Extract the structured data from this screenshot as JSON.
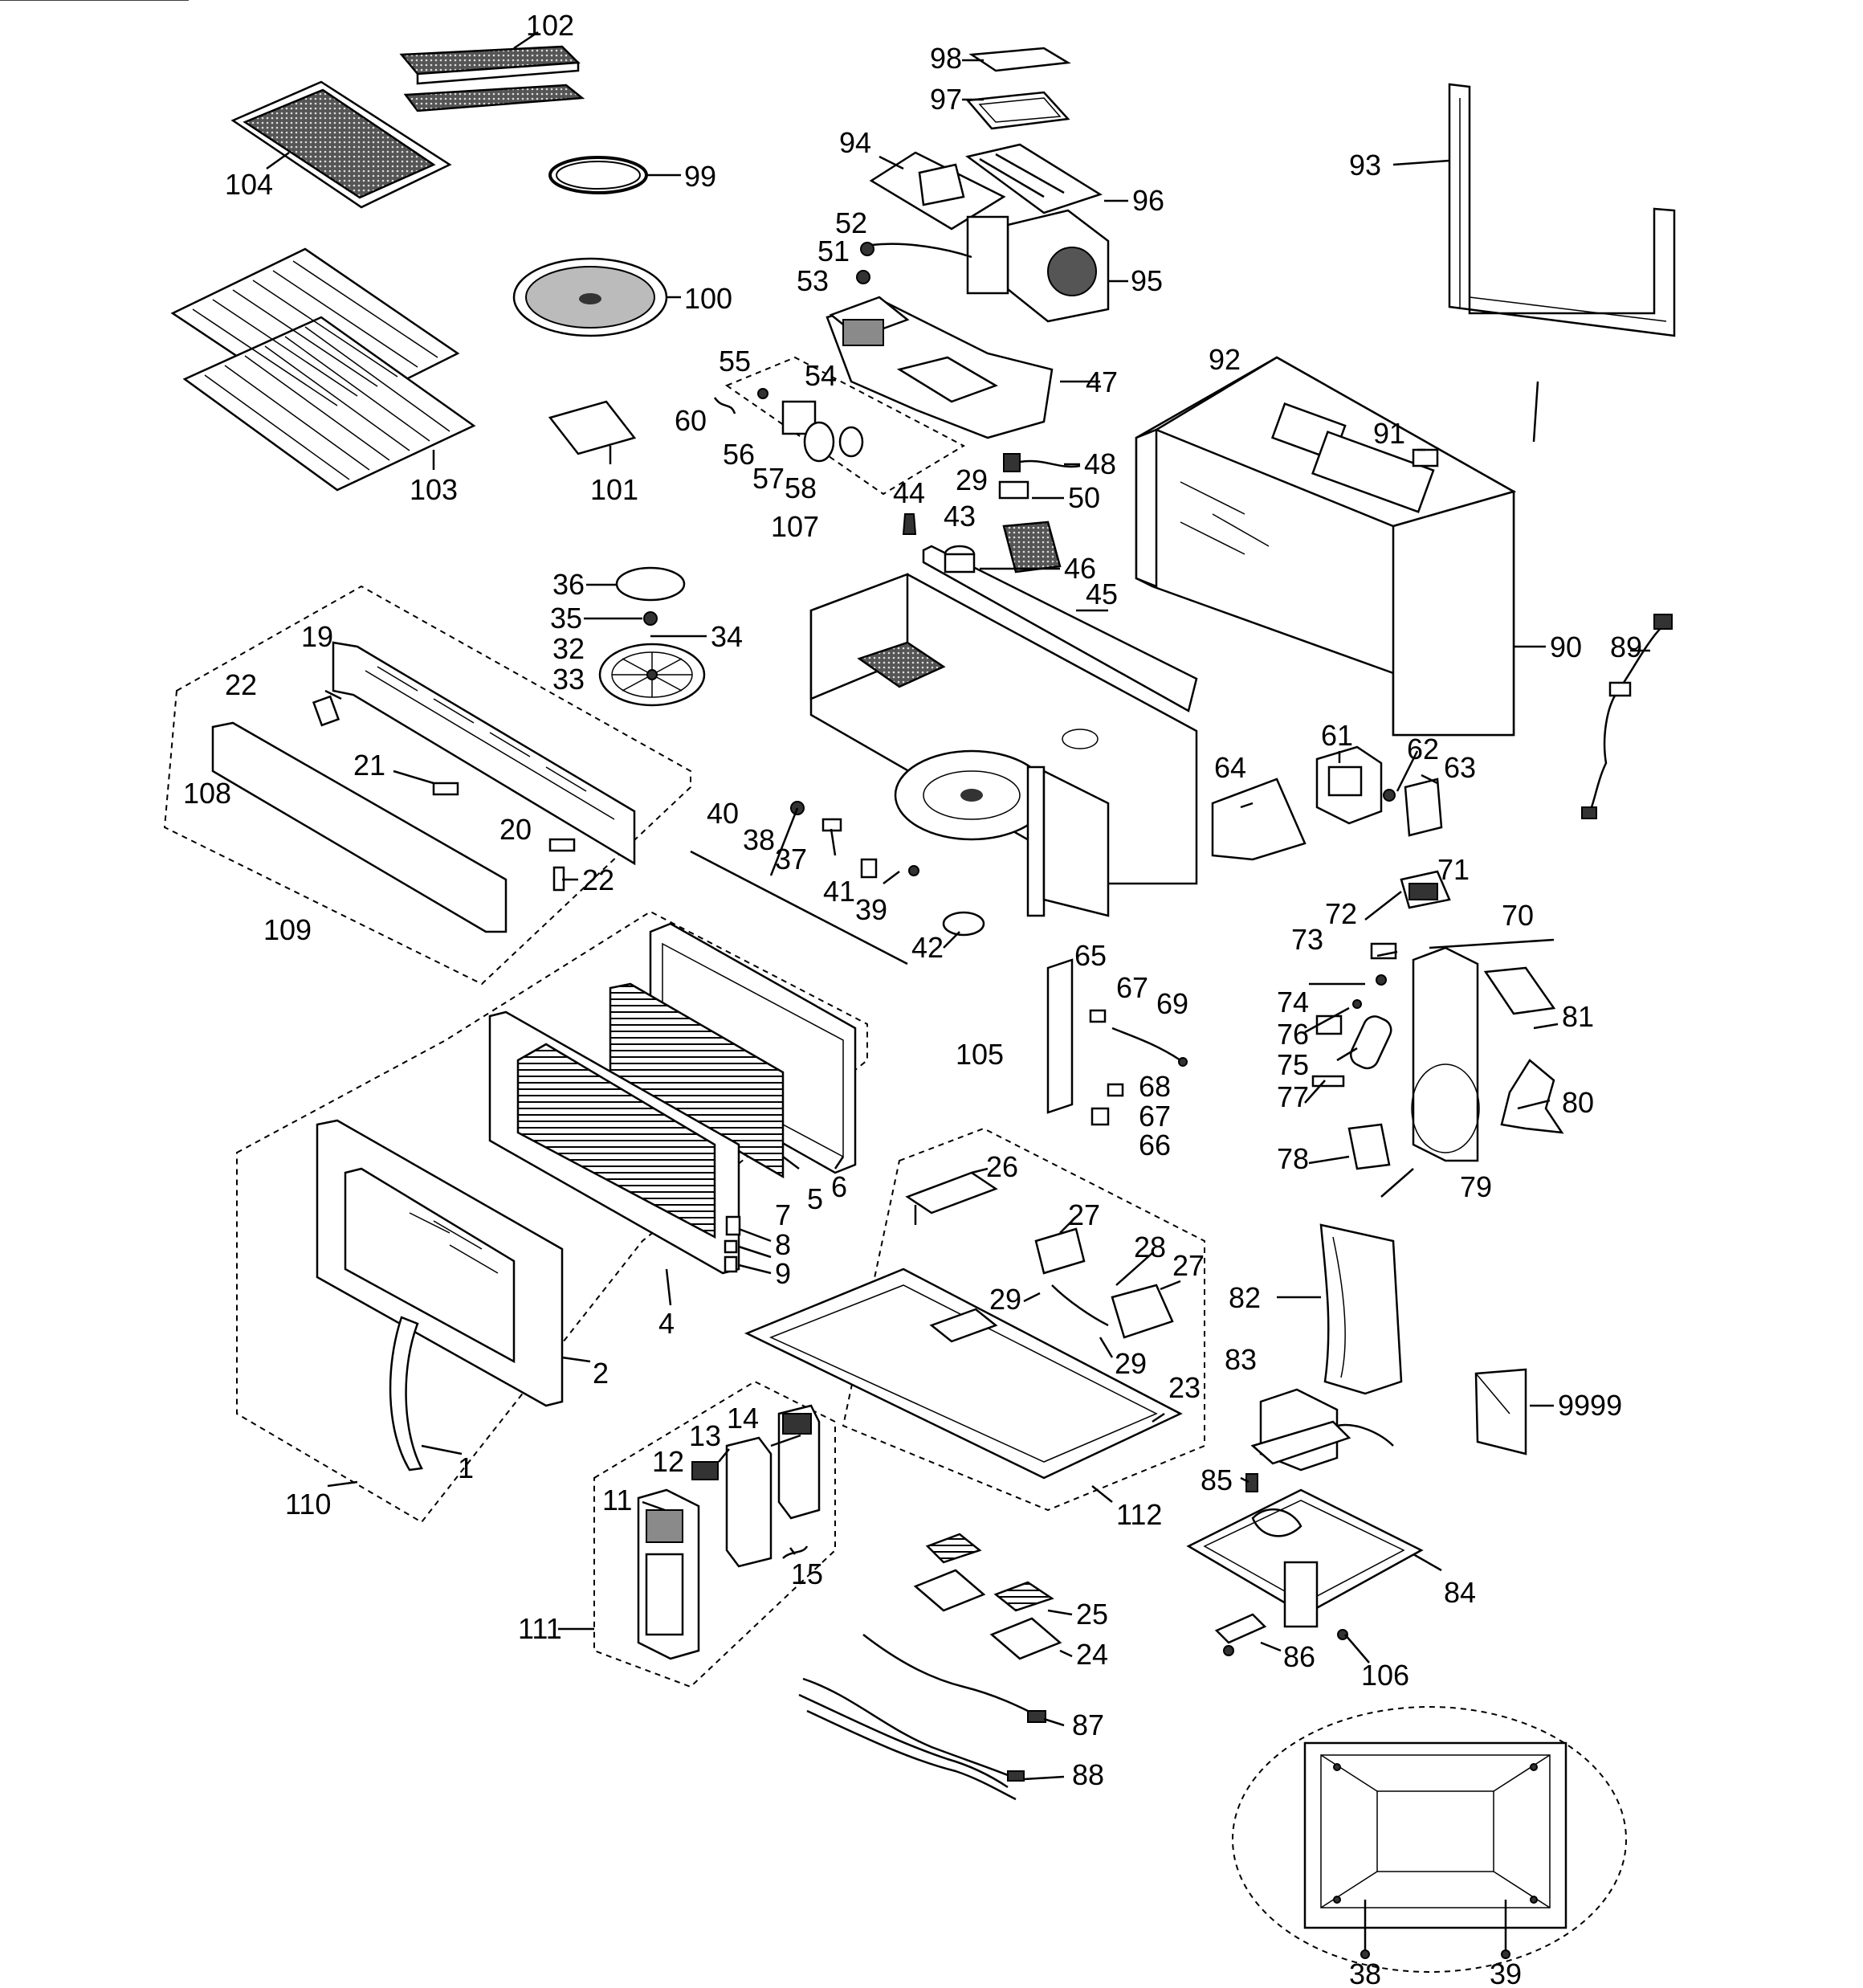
{
  "diagram": {
    "labels": [
      {
        "id": "102",
        "text": "102"
      },
      {
        "id": "104",
        "text": "104"
      },
      {
        "id": "99",
        "text": "99"
      },
      {
        "id": "100",
        "text": "100"
      },
      {
        "id": "103",
        "text": "103"
      },
      {
        "id": "101",
        "text": "101"
      },
      {
        "id": "98",
        "text": "98"
      },
      {
        "id": "97",
        "text": "97"
      },
      {
        "id": "94",
        "text": "94"
      },
      {
        "id": "96",
        "text": "96"
      },
      {
        "id": "52",
        "text": "52"
      },
      {
        "id": "51",
        "text": "51"
      },
      {
        "id": "53",
        "text": "53"
      },
      {
        "id": "95",
        "text": "95"
      },
      {
        "id": "55",
        "text": "55"
      },
      {
        "id": "54",
        "text": "54"
      },
      {
        "id": "47",
        "text": "47"
      },
      {
        "id": "60",
        "text": "60"
      },
      {
        "id": "56",
        "text": "56"
      },
      {
        "id": "57",
        "text": "57"
      },
      {
        "id": "58",
        "text": "58"
      },
      {
        "id": "48",
        "text": "48"
      },
      {
        "id": "29a",
        "text": "29"
      },
      {
        "id": "50",
        "text": "50"
      },
      {
        "id": "107",
        "text": "107"
      },
      {
        "id": "44",
        "text": "44"
      },
      {
        "id": "43",
        "text": "43"
      },
      {
        "id": "46",
        "text": "46"
      },
      {
        "id": "45",
        "text": "45"
      },
      {
        "id": "93",
        "text": "93"
      },
      {
        "id": "92",
        "text": "92"
      },
      {
        "id": "91",
        "text": "91"
      },
      {
        "id": "90",
        "text": "90"
      },
      {
        "id": "89",
        "text": "89"
      },
      {
        "id": "36",
        "text": "36"
      },
      {
        "id": "35",
        "text": "35"
      },
      {
        "id": "34",
        "text": "34"
      },
      {
        "id": "32",
        "text": "32"
      },
      {
        "id": "33",
        "text": "33"
      },
      {
        "id": "19",
        "text": "19"
      },
      {
        "id": "22a",
        "text": "22"
      },
      {
        "id": "21",
        "text": "21"
      },
      {
        "id": "108",
        "text": "108"
      },
      {
        "id": "20",
        "text": "20"
      },
      {
        "id": "22b",
        "text": "22"
      },
      {
        "id": "109",
        "text": "109"
      },
      {
        "id": "40",
        "text": "40"
      },
      {
        "id": "38a",
        "text": "38"
      },
      {
        "id": "37",
        "text": "37"
      },
      {
        "id": "41",
        "text": "41"
      },
      {
        "id": "39a",
        "text": "39"
      },
      {
        "id": "42",
        "text": "42"
      },
      {
        "id": "61",
        "text": "61"
      },
      {
        "id": "62",
        "text": "62"
      },
      {
        "id": "63",
        "text": "63"
      },
      {
        "id": "64",
        "text": "64"
      },
      {
        "id": "65",
        "text": "65"
      },
      {
        "id": "67a",
        "text": "67"
      },
      {
        "id": "69",
        "text": "69"
      },
      {
        "id": "105",
        "text": "105"
      },
      {
        "id": "68",
        "text": "68"
      },
      {
        "id": "67b",
        "text": "67"
      },
      {
        "id": "66",
        "text": "66"
      },
      {
        "id": "71",
        "text": "71"
      },
      {
        "id": "72",
        "text": "72"
      },
      {
        "id": "70",
        "text": "70"
      },
      {
        "id": "73",
        "text": "73"
      },
      {
        "id": "74",
        "text": "74"
      },
      {
        "id": "76",
        "text": "76"
      },
      {
        "id": "75",
        "text": "75"
      },
      {
        "id": "81",
        "text": "81"
      },
      {
        "id": "77",
        "text": "77"
      },
      {
        "id": "80",
        "text": "80"
      },
      {
        "id": "78",
        "text": "78"
      },
      {
        "id": "79",
        "text": "79"
      },
      {
        "id": "5",
        "text": "5"
      },
      {
        "id": "6",
        "text": "6"
      },
      {
        "id": "7",
        "text": "7"
      },
      {
        "id": "8",
        "text": "8"
      },
      {
        "id": "9",
        "text": "9"
      },
      {
        "id": "4",
        "text": "4"
      },
      {
        "id": "2",
        "text": "2"
      },
      {
        "id": "1",
        "text": "1"
      },
      {
        "id": "110",
        "text": "110"
      },
      {
        "id": "26",
        "text": "26"
      },
      {
        "id": "27a",
        "text": "27"
      },
      {
        "id": "28",
        "text": "28"
      },
      {
        "id": "27b",
        "text": "27"
      },
      {
        "id": "29b",
        "text": "29"
      },
      {
        "id": "29c",
        "text": "29"
      },
      {
        "id": "23",
        "text": "23"
      },
      {
        "id": "112",
        "text": "112"
      },
      {
        "id": "82",
        "text": "82"
      },
      {
        "id": "83",
        "text": "83"
      },
      {
        "id": "9999",
        "text": "9999"
      },
      {
        "id": "85",
        "text": "85"
      },
      {
        "id": "84",
        "text": "84"
      },
      {
        "id": "86",
        "text": "86"
      },
      {
        "id": "106",
        "text": "106"
      },
      {
        "id": "14",
        "text": "14"
      },
      {
        "id": "13",
        "text": "13"
      },
      {
        "id": "12",
        "text": "12"
      },
      {
        "id": "11",
        "text": "11"
      },
      {
        "id": "15",
        "text": "15"
      },
      {
        "id": "111",
        "text": "111"
      },
      {
        "id": "25",
        "text": "25"
      },
      {
        "id": "24",
        "text": "24"
      },
      {
        "id": "87",
        "text": "87"
      },
      {
        "id": "88",
        "text": "88"
      },
      {
        "id": "38b",
        "text": "38"
      },
      {
        "id": "39b",
        "text": "39"
      }
    ]
  }
}
